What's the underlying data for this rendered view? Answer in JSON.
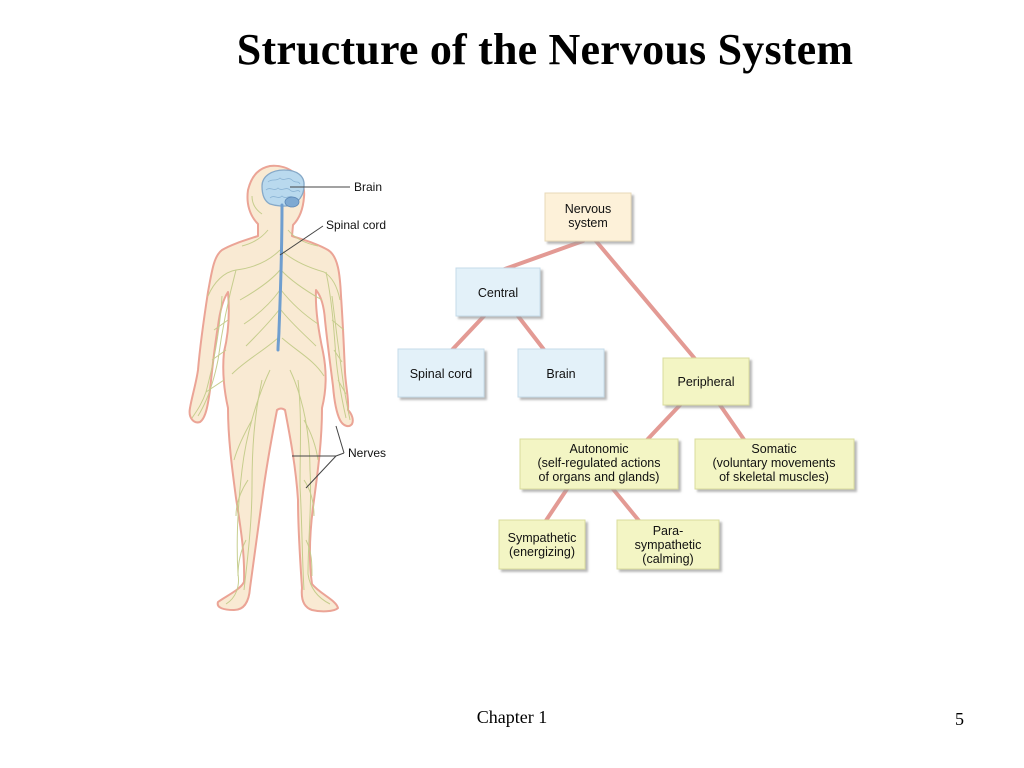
{
  "slide": {
    "title": "Structure of the Nervous System",
    "footer_center": "Chapter 1",
    "page_number": "5"
  },
  "body_figure": {
    "labels": {
      "brain": "Brain",
      "spinal_cord": "Spinal cord",
      "nerves": "Nerves"
    }
  },
  "hierarchy": {
    "nervous_system": [
      "Nervous",
      "system"
    ],
    "central": [
      "Central"
    ],
    "spinal_cord": [
      "Spinal cord"
    ],
    "brain": [
      "Brain"
    ],
    "peripheral": [
      "Peripheral"
    ],
    "autonomic": [
      "Autonomic",
      "(self-regulated actions",
      "of organs and glands)"
    ],
    "somatic": [
      "Somatic",
      "(voluntary movements",
      "of skeletal muscles)"
    ],
    "sympathetic": [
      "Sympathetic",
      "(energizing)"
    ],
    "parasympathetic": [
      "Para-",
      "sympathetic",
      "(calming)"
    ]
  },
  "colors": {
    "central_fill": "#e3f1f9",
    "peripheral_fill": "#f3f5c4",
    "root_fill": "#fdf1d9",
    "connector": "#e39a94",
    "skin_fill": "#f9ead3",
    "skin_outline": "#eba496",
    "nerve": "#c4cc8a",
    "spine": "#6f9ecf",
    "brain_fill": "#b9d9ee"
  }
}
